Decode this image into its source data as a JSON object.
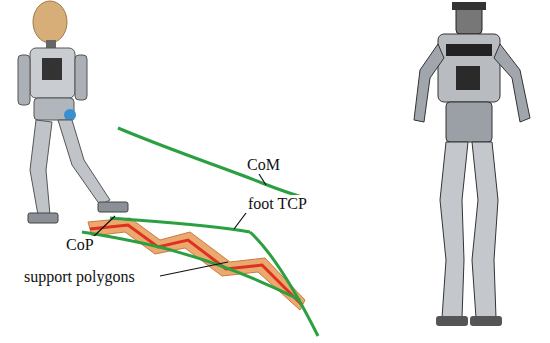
{
  "diagram": {
    "labels": [
      "CoM",
      "CoP",
      "foot TCP",
      "support polygons"
    ]
  }
}
